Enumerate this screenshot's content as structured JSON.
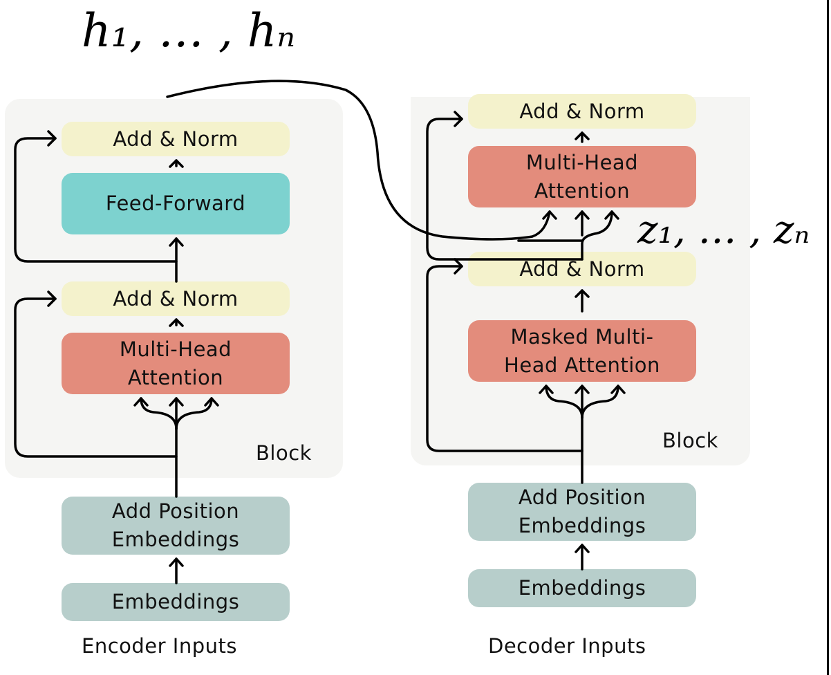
{
  "math": {
    "encoder_output": "h₁, … , hₙ",
    "decoder_state": "z₁, … , zₙ"
  },
  "encoder": {
    "block_label": "Block",
    "add_norm_top": "Add & Norm",
    "feed_forward": "Feed-Forward",
    "add_norm_bottom": "Add & Norm",
    "attention": "Multi-Head Attention",
    "position_embeddings": "Add Position Embeddings",
    "embeddings": "Embeddings",
    "inputs_label": "Encoder Inputs"
  },
  "decoder": {
    "block_label": "Block",
    "add_norm_top": "Add & Norm",
    "cross_attention": "Multi-Head Attention",
    "add_norm_bottom": "Add & Norm",
    "masked_attention": "Masked Multi- Head Attention",
    "position_embeddings": "Add Position Embeddings",
    "embeddings": "Embeddings",
    "inputs_label": "Decoder Inputs"
  },
  "colors": {
    "norm": "#f4f2cc",
    "attention": "#e38c7c",
    "feed_forward": "#7dd2cf",
    "embedding": "#b7cecb",
    "block_panel": "#f5f5f3"
  }
}
